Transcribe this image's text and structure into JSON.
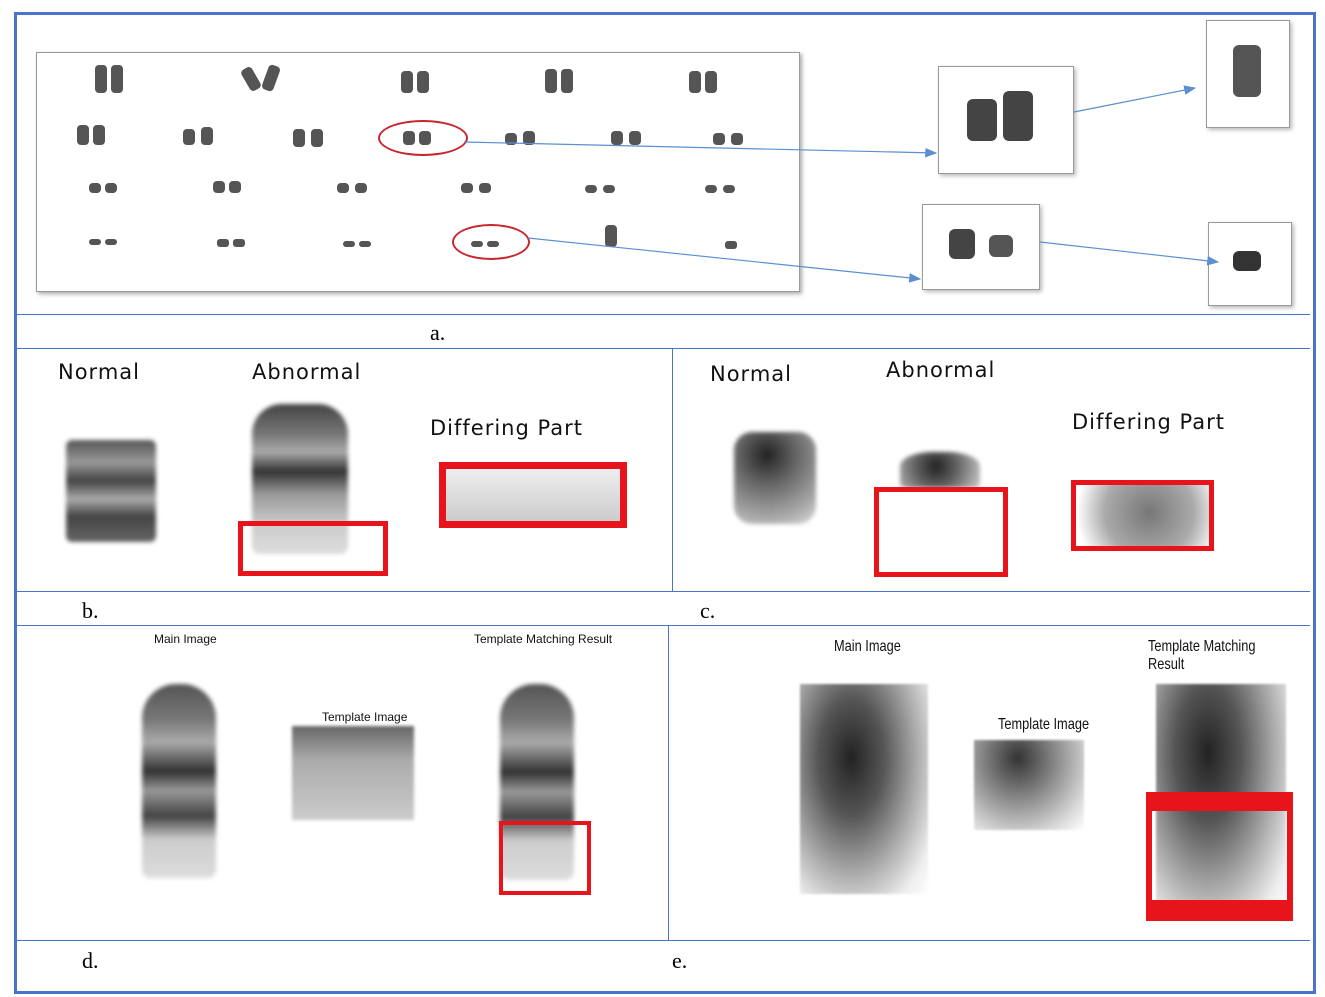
{
  "panel_labels": [
    "a.",
    "b.",
    "c.",
    "d.",
    "e."
  ],
  "panel_b": {
    "normal": "Normal",
    "abnormal": "Abnormal",
    "differing": "Differing Part"
  },
  "panel_c": {
    "normal": "Normal",
    "abnormal": "Abnormal",
    "differing": "Differing Part"
  },
  "panel_d": {
    "main": "Main Image",
    "template": "Template Image",
    "result": "Template Matching Result"
  },
  "panel_e": {
    "main": "Main Image",
    "template": "Template Image",
    "result": "Template Matching Result"
  },
  "colors": {
    "frame": "#4a74c9",
    "highlight": "#e8141b",
    "circle": "#c8262c",
    "arrow": "#5b8fd0"
  }
}
